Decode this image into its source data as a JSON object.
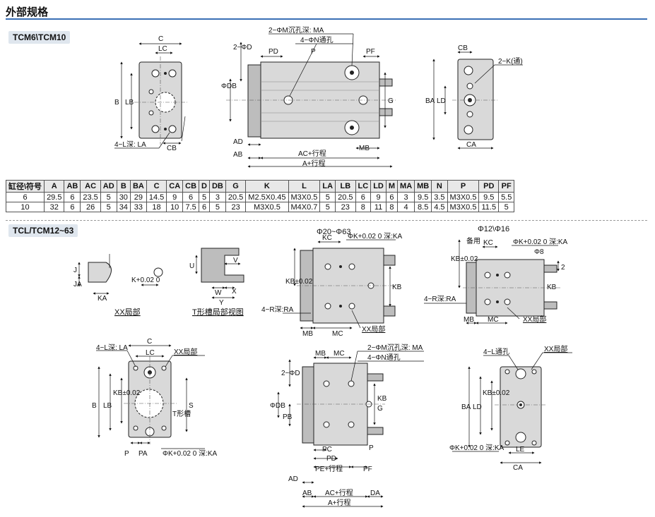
{
  "header": {
    "title": "外部规格"
  },
  "models": {
    "top": "TCM6\\TCM10",
    "bottom": "TCL/TCM12~63"
  },
  "table": {
    "headers": [
      "缸径\\符号",
      "A",
      "AB",
      "AC",
      "AD",
      "B",
      "BA",
      "C",
      "CA",
      "CB",
      "D",
      "DB",
      "G",
      "K",
      "L",
      "LA",
      "LB",
      "LC",
      "LD",
      "M",
      "MA",
      "MB",
      "N",
      "P",
      "PD",
      "PF"
    ],
    "rows": [
      [
        "6",
        "29.5",
        "6",
        "23.5",
        "5",
        "30",
        "29",
        "14.5",
        "9",
        "6",
        "5",
        "3",
        "20.5",
        "M2.5X0.45",
        "M3X0.5",
        "5",
        "20.5",
        "6",
        "9",
        "6",
        "3",
        "9.5",
        "3.5",
        "M3X0.5",
        "9.5",
        "5.5"
      ],
      [
        "10",
        "32",
        "6",
        "26",
        "5",
        "34",
        "33",
        "18",
        "10",
        "7.5",
        "6",
        "5",
        "23",
        "M3X0.5",
        "M4X0.7",
        "5",
        "23",
        "8",
        "11",
        "8",
        "4",
        "8.5",
        "4.5",
        "M3X0.5",
        "11.5",
        "5"
      ]
    ]
  },
  "labels": {
    "c": "C",
    "lc": "LC",
    "b": "B",
    "lb": "LB",
    "l4": "4−L深: LA",
    "cb": "CB",
    "phim": "2−ΦM沉孔深: MA",
    "phin": "4−ΦN通孔",
    "pd": "PD",
    "p": "P",
    "pf": "PF",
    "d2": "2−ΦD",
    "db": "ΦDB",
    "g": "G",
    "ad": "AD",
    "ab": "AB",
    "mb": "MB",
    "acs": "AC+行程",
    "as": "A+行程",
    "k2": "2−K(通)",
    "ba": "BA",
    "ld": "LD",
    "ca": "CA",
    "phi2063": "Φ20~Φ63",
    "phi1216": "Φ12\\Φ16",
    "kc": "KC",
    "phika": "ΦK+0.02 0 深:KA",
    "phi8": "Φ8",
    "kb": "KB±0.02",
    "kbs": "KB",
    "r4": "4−R深:RA",
    "mc": "MC",
    "xx": "XX局部",
    "tslot": "T形槽局部视图",
    "j": "J",
    "ja": "JA",
    "ka": "KA",
    "k002": "K+0.02 0",
    "u": "U",
    "v": "V",
    "w": "W",
    "x": "X",
    "y": "Y",
    "s": "S",
    "tc": "T形槽",
    "pa": "PA",
    "pb": "PB",
    "pc": "PC",
    "pes": "PE+行程",
    "da": "DA",
    "l4b": "4−L通孔",
    "le": "LE",
    "gz": "备用",
    "two": "2"
  }
}
